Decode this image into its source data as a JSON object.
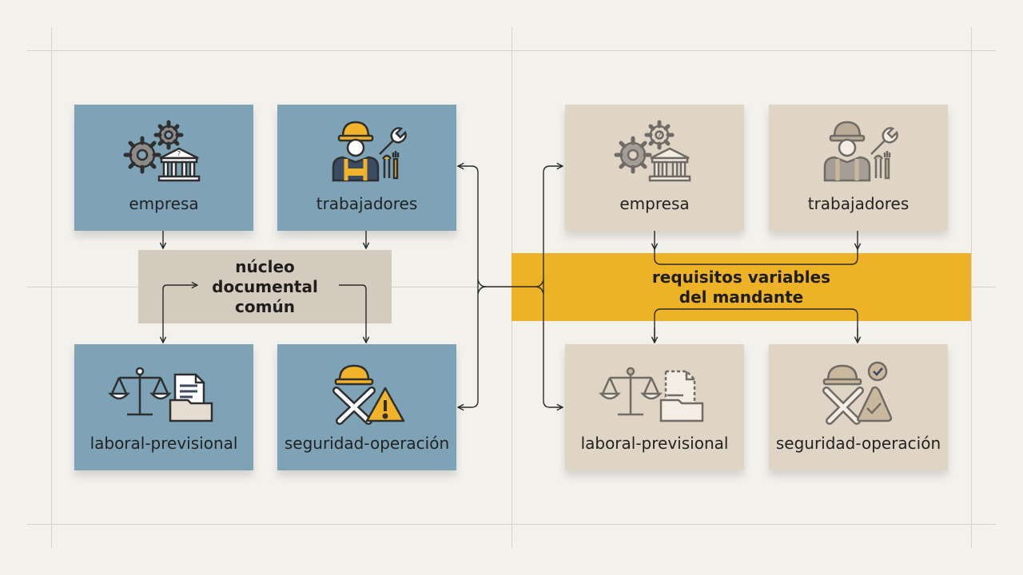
{
  "colors": {
    "background": "#f3f1ec",
    "box_blue": "#7ea3b6",
    "box_tan": "#e0d5c4",
    "core_band": "#d3cbbe",
    "variable_band": "#edb225",
    "accent_yellow": "#f1b32a",
    "icon_dark": "#333333",
    "icon_muted": "#8a8580"
  },
  "left": {
    "empresa": {
      "label": "empresa",
      "icon": "gears-building-icon"
    },
    "trabajadores": {
      "label": "trabajadores",
      "icon": "worker-tools-icon"
    },
    "laboral": {
      "label": "laboral-previsional",
      "icon": "scale-folder-icon"
    },
    "seguridad": {
      "label": "seguridad-operación",
      "icon": "helmet-tools-warning-icon"
    },
    "core": {
      "line1": "núcleo",
      "line2": "documental",
      "line3": "común"
    }
  },
  "right": {
    "empresa": {
      "label": "empresa",
      "icon": "gears-building-icon"
    },
    "trabajadores": {
      "label": "trabajadores",
      "icon": "worker-tools-icon"
    },
    "laboral": {
      "label": "laboral-previsional",
      "icon": "scale-folder-icon"
    },
    "seguridad": {
      "label": "seguridad-operación",
      "icon": "helmet-tools-check-icon"
    },
    "variable": {
      "line1": "requisitos variables",
      "line2": "del mandante"
    }
  }
}
